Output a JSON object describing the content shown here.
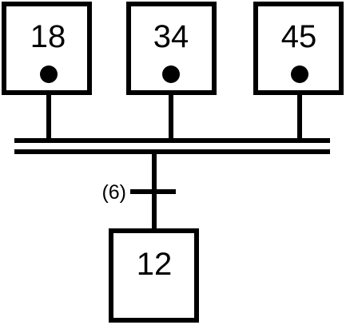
{
  "diagram": {
    "type": "grafcet-convergence-and",
    "upper_steps": [
      {
        "number": "18",
        "active": true
      },
      {
        "number": "34",
        "active": true
      },
      {
        "number": "45",
        "active": true
      }
    ],
    "transition": {
      "label": "(6)"
    },
    "lower_step": {
      "number": "12",
      "active": false
    }
  }
}
